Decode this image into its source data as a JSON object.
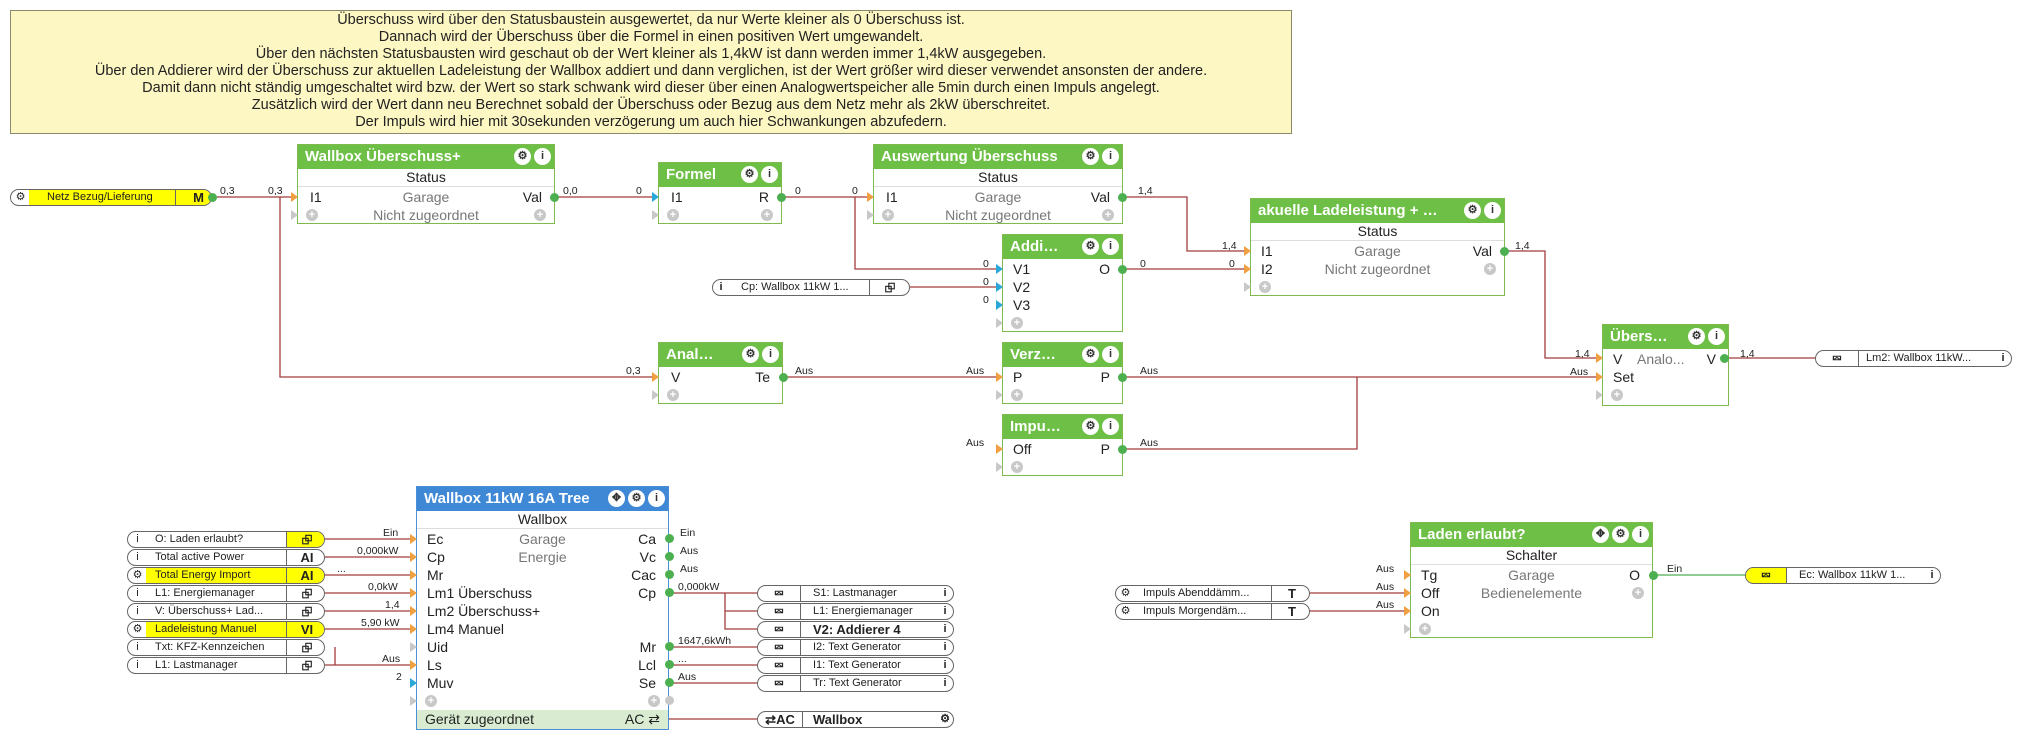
{
  "note": {
    "lines": [
      "Überschuss wird über den Statusbaustein ausgewertet, da nur Werte kleiner als 0 Überschuss ist.",
      "Dannach wird der Überschuss über die Formel in einen positiven Wert umgewandelt.",
      "Über den nächsten Statusbausten wird geschaut ob der Wert kleiner als 1,4kW ist dann werden immer 1,4kW ausgegeben.",
      "Über den Addierer wird der Überschuss zur aktuellen Ladeleistung der Wallbox addiert und dann verglichen, ist der Wert größer wird dieser verwendet ansonsten der andere.",
      "Damit dann nicht ständig umgeschaltet wird bzw. der Wert so stark schwank wird dieser über einen Analogwertspeicher alle 5min durch einen Impuls angelegt.",
      "Zusätzlich wird der Wert dann neu Berechnet sobald der Überschuss oder Bezug aus dem Netz mehr als 2kW überschreitet.",
      "Der Impuls wird hier mit 30sekunden verzögerung um auch hier Schwankungen abzufedern."
    ]
  },
  "colors": {
    "header_green": "#6dbf45",
    "header_blue": "#3f88d6",
    "wire": "#a33c3c",
    "note_bg": "#fdf7c3",
    "yellow": "#ffff00"
  },
  "blocks": {
    "wallbox_ueberschuss": {
      "title": "Wallbox Überschuss+",
      "subtitle": "Status",
      "in1": "I1",
      "out1": "Val",
      "room": "Garage",
      "assign": "Nicht zugeordnet"
    },
    "formel": {
      "title": "Formel",
      "in1": "I1",
      "out1": "R"
    },
    "auswertung": {
      "title": "Auswertung Überschuss",
      "subtitle": "Status",
      "in1": "I1",
      "out1": "Val",
      "room": "Garage",
      "assign": "Nicht zugeordnet"
    },
    "addierer": {
      "title": "Addier...",
      "in1": "V1",
      "in2": "V2",
      "in3": "V3",
      "out1": "O"
    },
    "akuelle": {
      "title": "akuelle  Ladeleistung  +  Ü...",
      "subtitle": "Status",
      "in1": "I1",
      "in2": "I2",
      "out1": "Val",
      "room": "Garage",
      "assign": "Nicht zugeordnet"
    },
    "analog": {
      "title": "Analog...",
      "in1": "V",
      "out1": "Te"
    },
    "verzoeg": {
      "title": "Verzög...",
      "in1": "P",
      "out1": "P"
    },
    "impuls": {
      "title": "Impuls...",
      "in1": "Off",
      "out1": "P"
    },
    "uebersc": {
      "title": "Übersc...",
      "in1": "V",
      "in2": "Set",
      "mid": "Analo...",
      "out1": "V"
    },
    "wallbox_tree": {
      "title": "Wallbox 11kW 16A Tree",
      "subtitle": "Wallbox",
      "room": "Garage",
      "function": "Energie",
      "inputs": [
        "Ec",
        "Cp",
        "Mr",
        "Lm1 Überschuss",
        "Lm2 Überschuss+",
        "Lm4 Manuel",
        "Uid",
        "Ls",
        "Muv"
      ],
      "outputs_top": [
        "Ca",
        "Vc",
        "Cac",
        "Cp"
      ],
      "outputs_bottom": [
        "Mr",
        "Lcl",
        "Se"
      ],
      "footer": "Gerät zugeordnet",
      "footer_right": "AC"
    },
    "laden": {
      "title": "Laden erlaubt?",
      "subtitle": "Schalter",
      "inputs": [
        "Tg",
        "Off",
        "On"
      ],
      "out1": "O",
      "room": "Garage",
      "function": "Bedienelemente"
    }
  },
  "refs": {
    "netz": {
      "text": "Netz Bezug/Lieferung",
      "box": "M"
    },
    "cp_wallbox": {
      "text": "Cp: Wallbox 11kW 1..."
    },
    "lm2": {
      "text": "Lm2: Wallbox 11kW..."
    },
    "ec_wallbox": {
      "text": "Ec: Wallbox 11kW 1..."
    },
    "impuls_abend": {
      "text": "Impuls Abenddämm...",
      "box": "T"
    },
    "impuls_morgen": {
      "text": "Impuls Morgendäm...",
      "box": "T"
    },
    "left_inputs": [
      {
        "text": "O: Laden erlaubt?",
        "box": ""
      },
      {
        "text": "Total active Power",
        "box": "AI"
      },
      {
        "text": "Total Energy Import",
        "box": "AI"
      },
      {
        "text": "L1: Energiemanager",
        "box": ""
      },
      {
        "text": "V: Überschuss+ Lad...",
        "box": ""
      },
      {
        "text": "Ladeleistung Manuel",
        "box": "VI"
      },
      {
        "text": "Txt: KFZ-Kennzeichen",
        "box": ""
      },
      {
        "text": "L1: Lastmanager",
        "box": ""
      }
    ],
    "right_outputs": [
      {
        "text": "S1: Lastmanager"
      },
      {
        "text": "L1: Energiemanager"
      },
      {
        "text": "V2: Addierer 4"
      },
      {
        "text": "I2: Text Generator"
      },
      {
        "text": "I1: Text Generator"
      },
      {
        "text": "Tr: Text Generator"
      }
    ],
    "wallbox_ac": {
      "box": "AC",
      "text": "Wallbox"
    }
  },
  "wire_values": {
    "netz_out": "0,3",
    "wb_in": "0,3",
    "wb_out": "0,0",
    "formel_in": "0",
    "formel_out": "0",
    "ausw_in": "0",
    "ausw_out": "1,4",
    "akt_i1": "1,4",
    "akt_i2": "0",
    "akt_out": "1,4",
    "add_v1": "0",
    "add_v2": "0",
    "add_v3": "0",
    "add_out": "0",
    "analog_in": "0,3",
    "analog_out": "Aus",
    "verz_in": "Aus",
    "verz_out": "Aus",
    "impuls_in": "Aus",
    "impuls_out": "Aus",
    "ueb_v": "1,4",
    "ueb_set": "Aus",
    "ueb_out": "1,4",
    "tree_in": [
      "Ein",
      "0,000kW",
      "...",
      "0,0kW",
      "1,4",
      "5,90 kW",
      "",
      "Aus",
      "2"
    ],
    "tree_out": [
      "Ein",
      "Aus",
      "Aus",
      "0,000kW"
    ],
    "tree_out_bottom": [
      "1647,6kWh",
      "...",
      "Aus"
    ],
    "laden_in": [
      "Aus",
      "Aus",
      "Aus"
    ],
    "laden_out": "Ein"
  }
}
